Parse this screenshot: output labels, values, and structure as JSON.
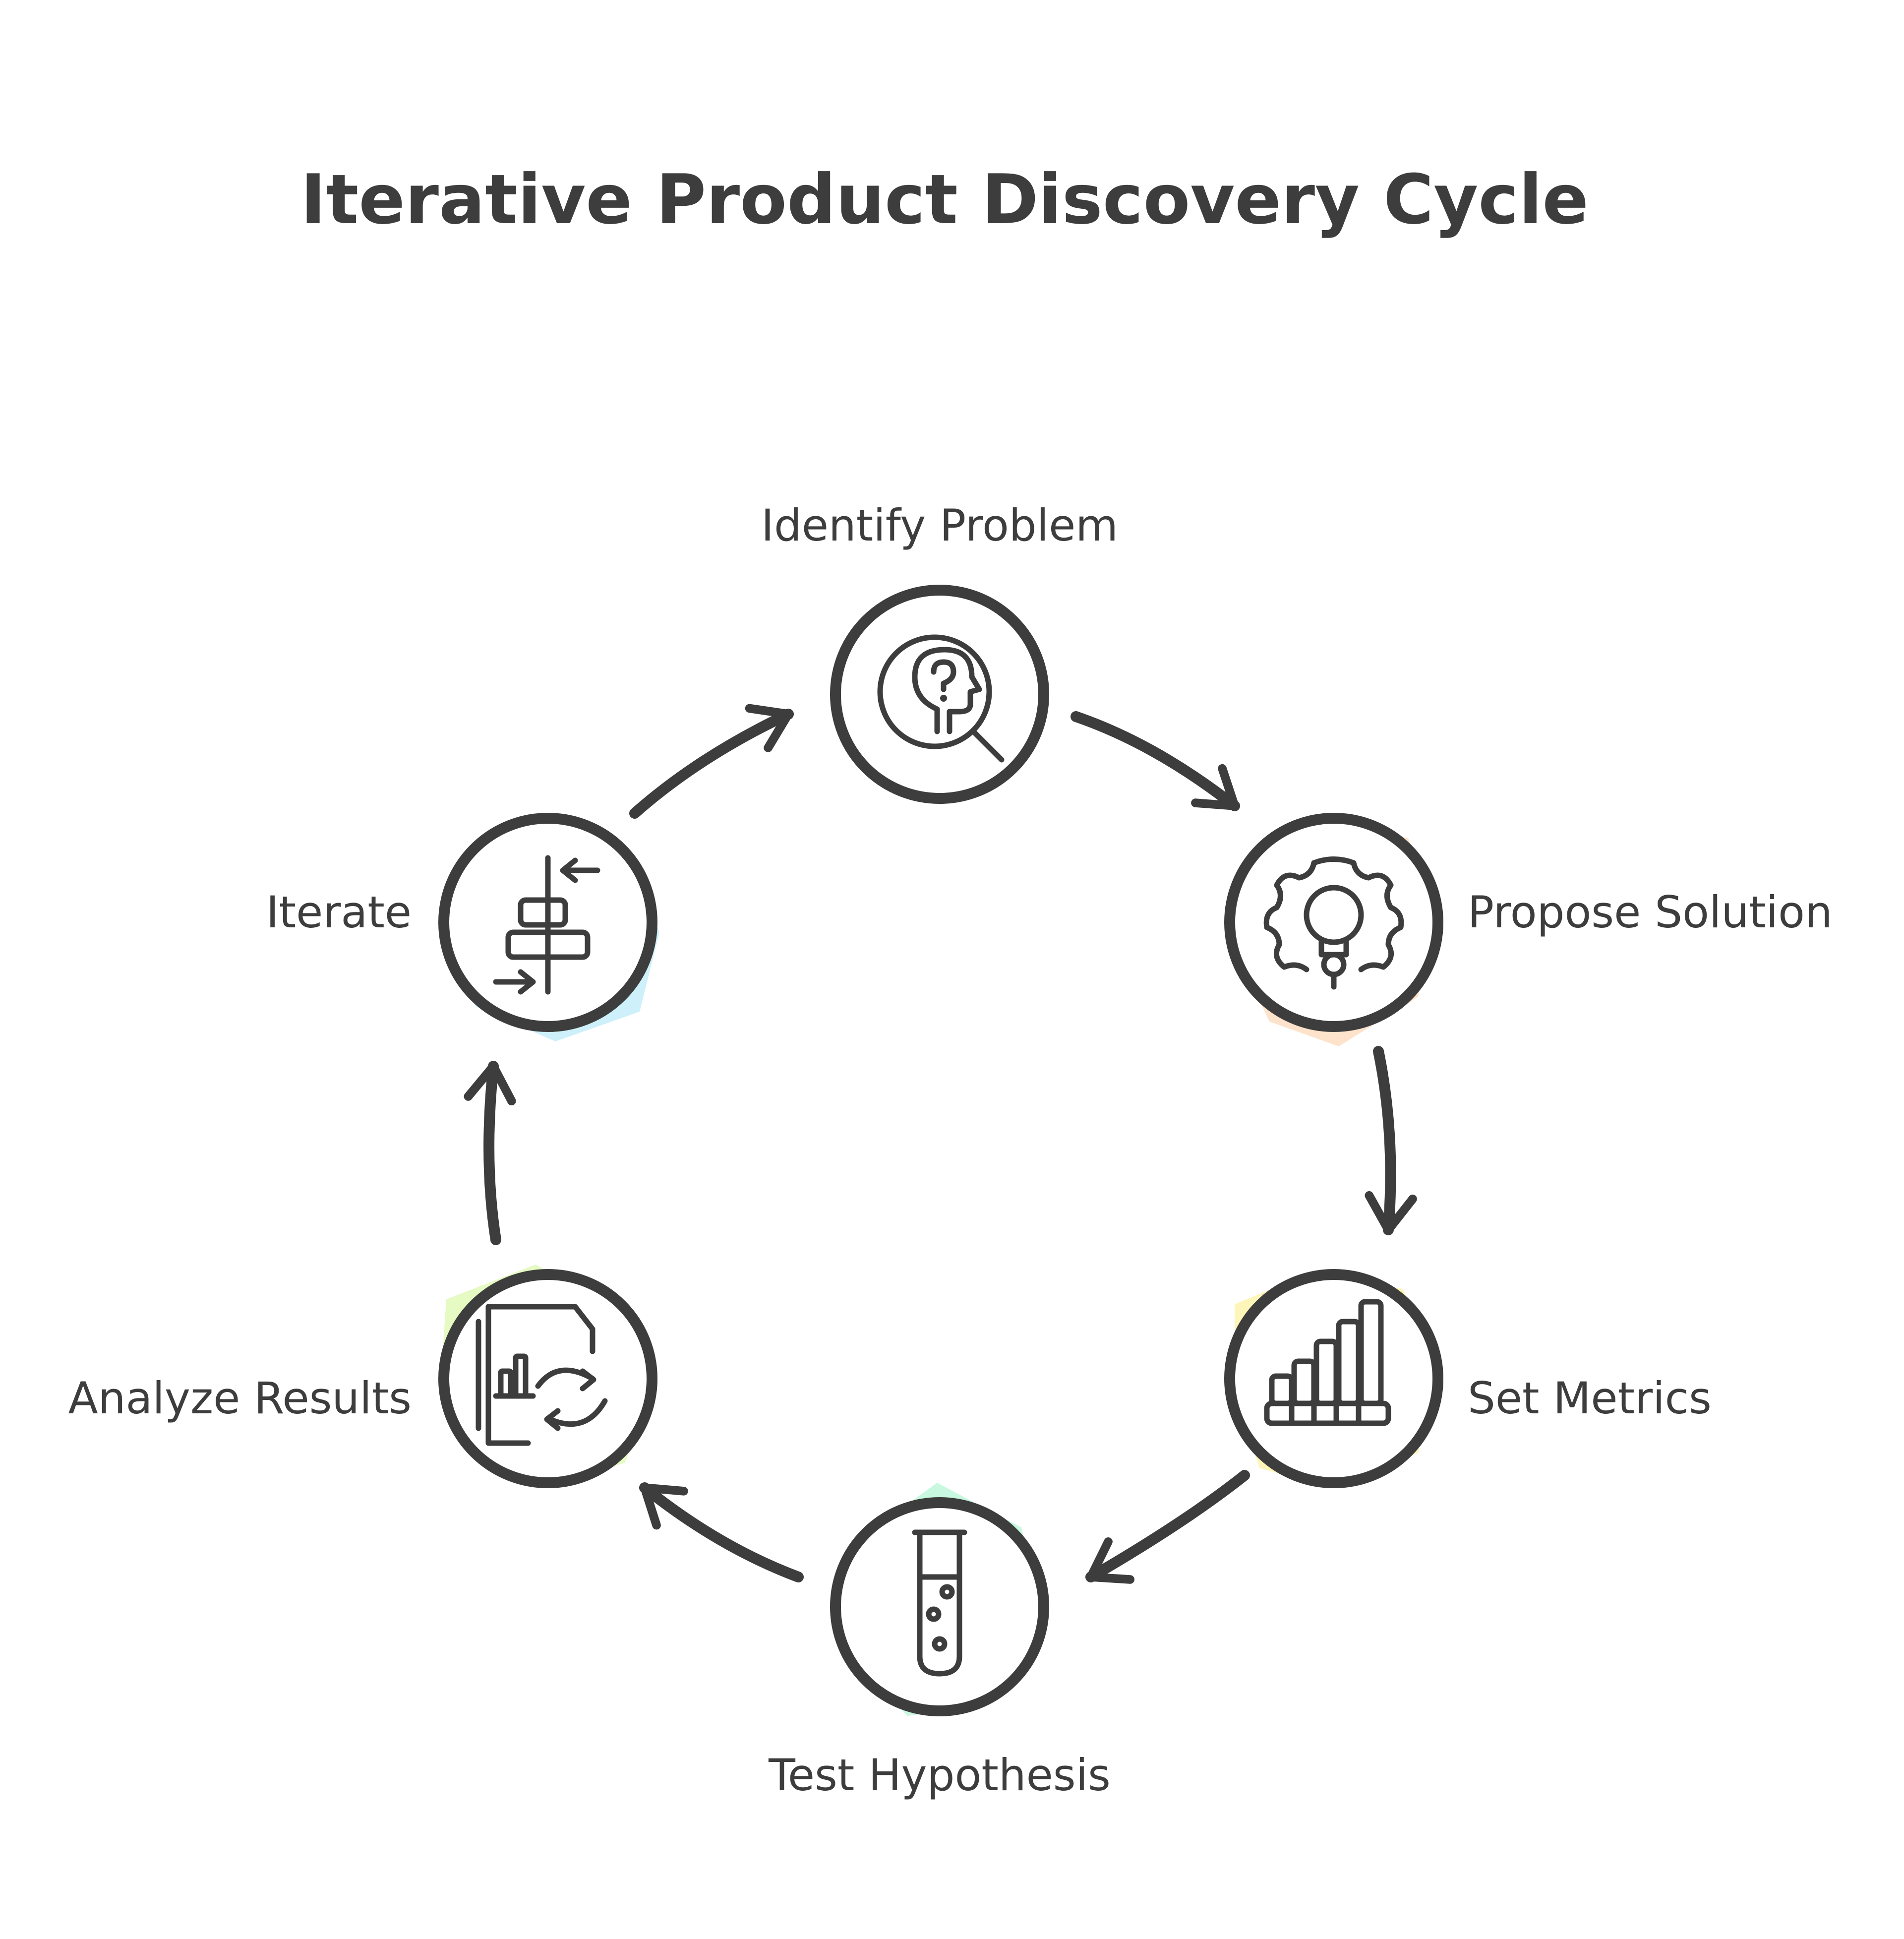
{
  "title": "Iterative Product Discovery Cycle",
  "steps": [
    {
      "label": "Identify Problem",
      "icon": "head-question-magnifier-icon",
      "color": "#fcd9dc"
    },
    {
      "label": "Propose Solution",
      "icon": "gear-lightbulb-icon",
      "color": "#fde3cb"
    },
    {
      "label": "Set Metrics",
      "icon": "bar-chart-icon",
      "color": "#fdf6b8"
    },
    {
      "label": "Test Hypothesis",
      "icon": "test-tube-icon",
      "color": "#c8f8e0"
    },
    {
      "label": "Analyze Results",
      "icon": "document-chart-refresh-icon",
      "color": "#e6fac4"
    },
    {
      "label": "Iterate",
      "icon": "align-arrows-icon",
      "color": "#cdf0fa"
    }
  ]
}
